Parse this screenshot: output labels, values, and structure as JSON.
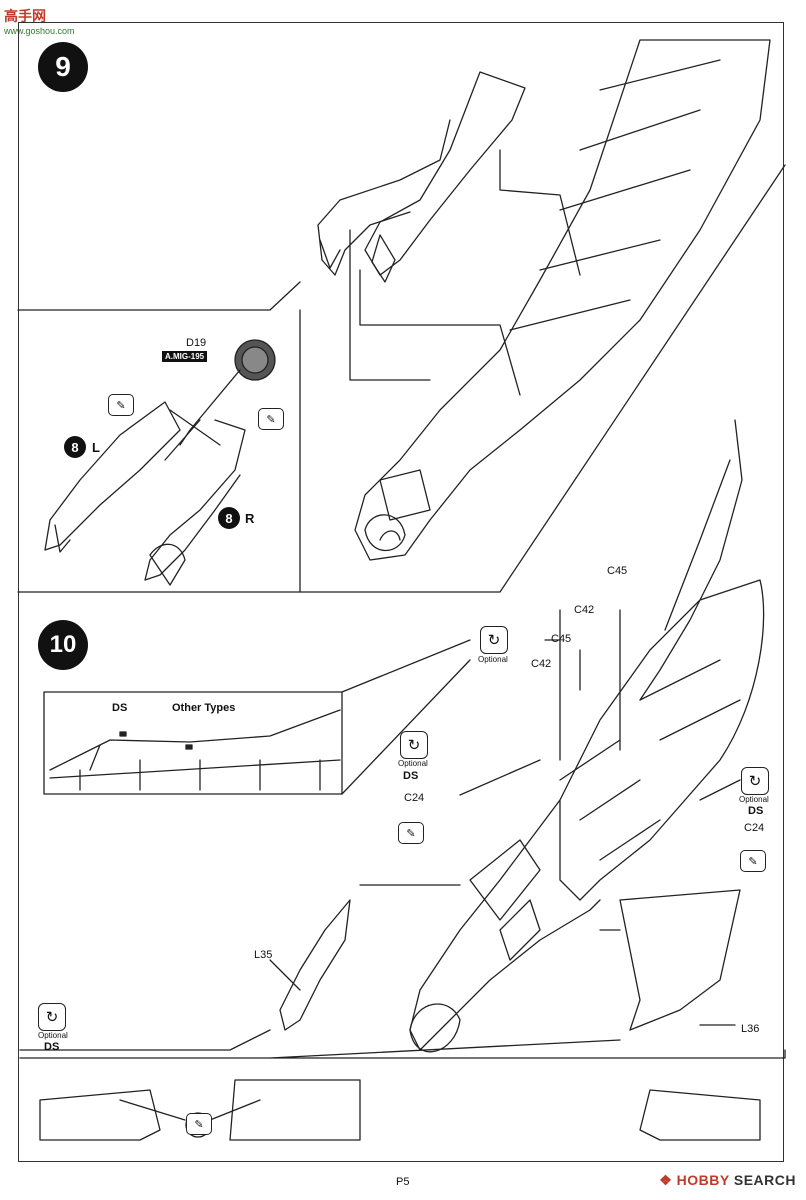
{
  "watermark": {
    "logo_text": "高手网",
    "url": "www.goshou.com"
  },
  "step9": {
    "number": "9",
    "part_ref": "D19",
    "part_ref_tag": "A.MIG-195",
    "left_half": {
      "number": "8",
      "side": "L"
    },
    "right_half": {
      "number": "8",
      "side": "R"
    }
  },
  "step10": {
    "number": "10",
    "inset_labels": {
      "ds": "DS",
      "other_types": "Other Types"
    },
    "parts": {
      "c45_top": "C45",
      "c42_top": "C42",
      "c45_mid": "C45",
      "c42_mid": "C42",
      "c24_left": "C24",
      "c24_right": "C24",
      "l35": "L35",
      "l36": "L36"
    },
    "optional_caption": "Optional",
    "variant_ds": "DS"
  },
  "footer": {
    "page": "P5",
    "brand_prefix": "❖ HOBBY",
    "brand_suffix": "SEARCH"
  }
}
